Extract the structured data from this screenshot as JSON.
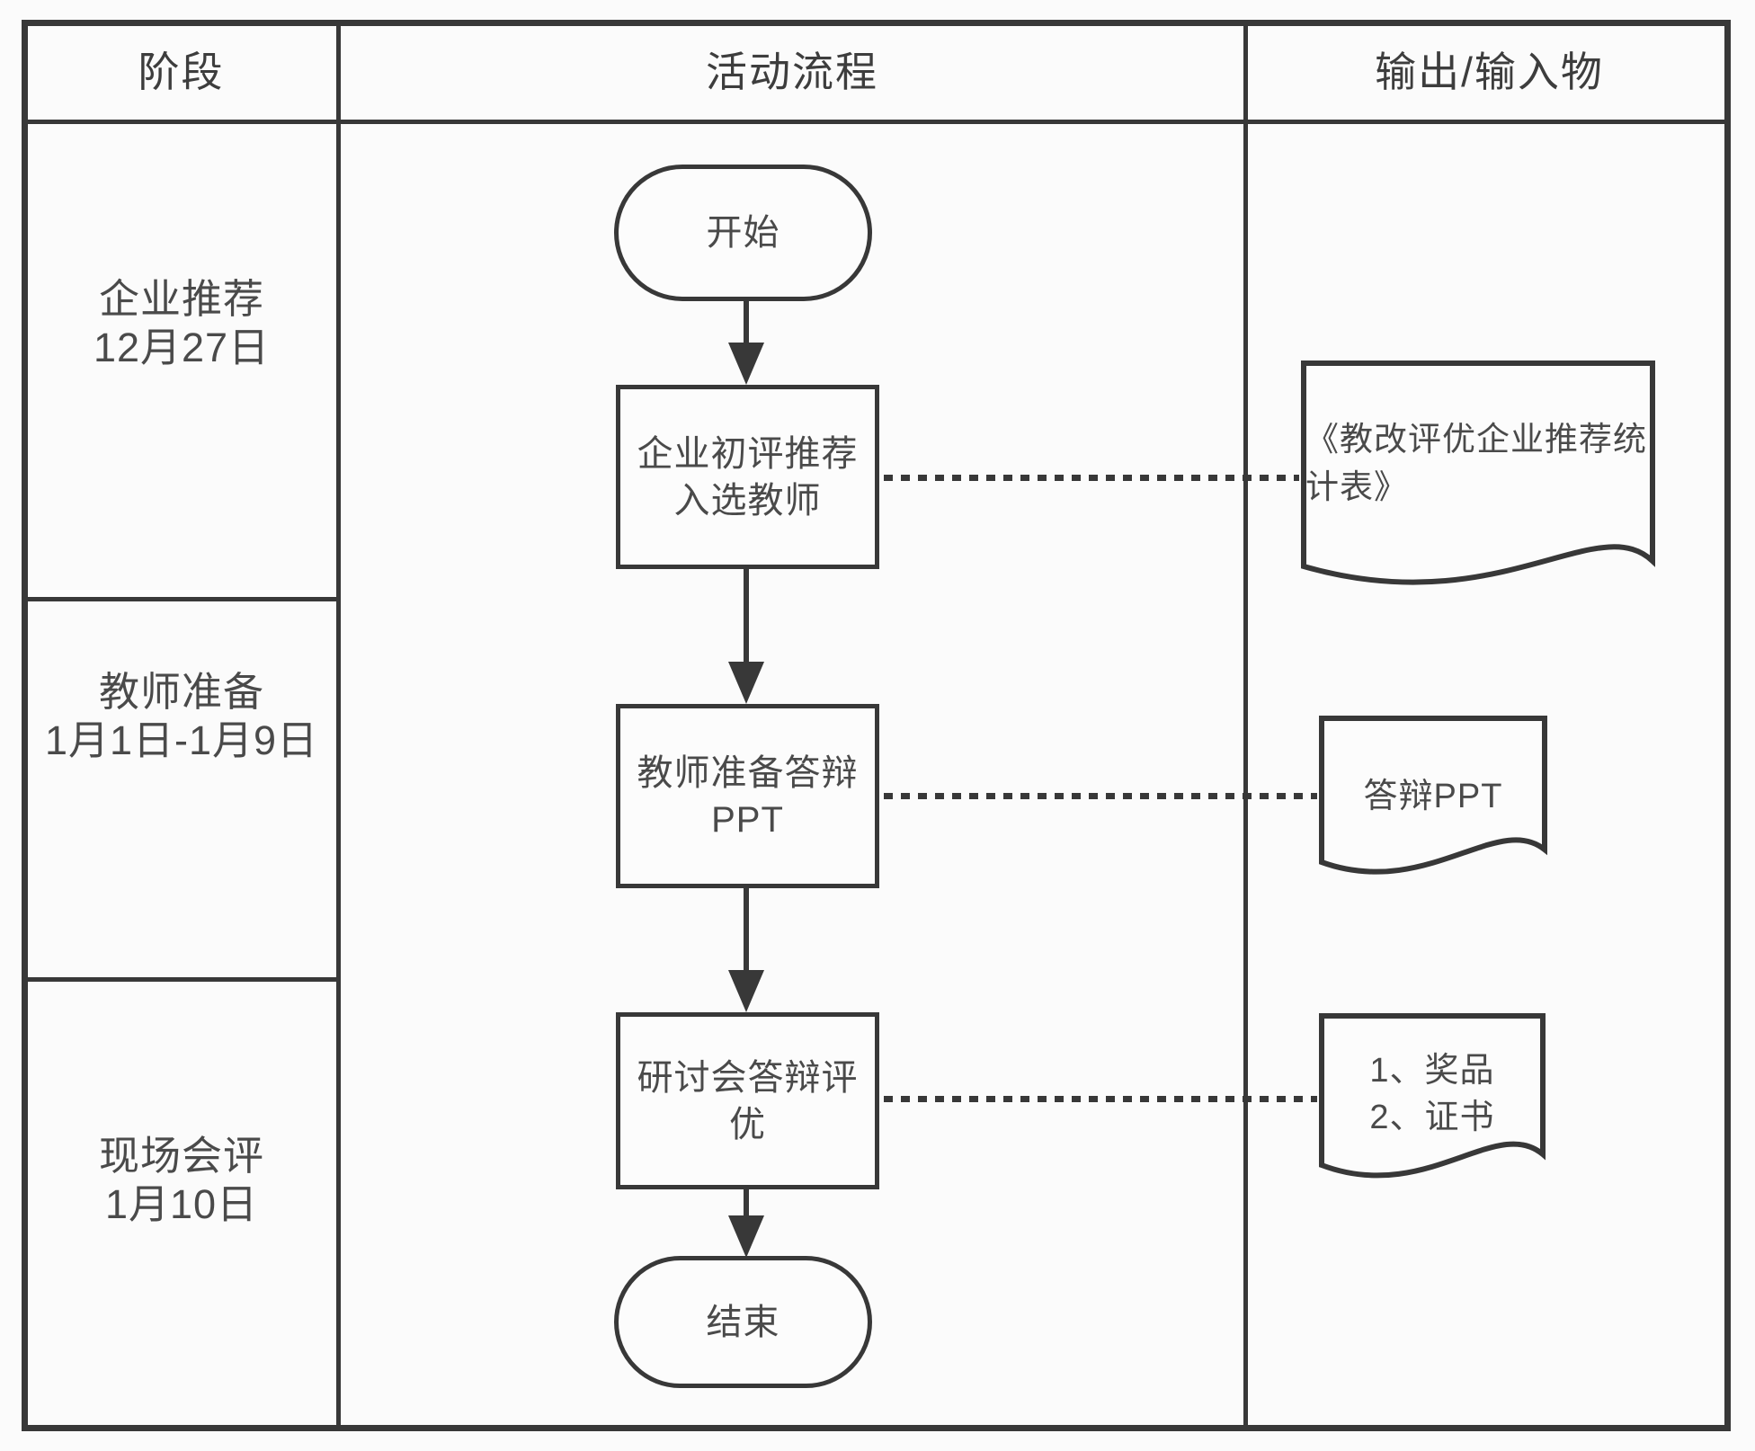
{
  "header": {
    "columns": [
      "阶段",
      "活动流程",
      "输出/输入物"
    ]
  },
  "stages": [
    {
      "name": "企业推荐",
      "date": "12月27日"
    },
    {
      "name": "教师准备",
      "date": "1月1日-1月9日"
    },
    {
      "name": "现场会评",
      "date": "1月10日"
    }
  ],
  "flow": {
    "start": "开始",
    "end": "结束",
    "steps": [
      {
        "lines": [
          "企业初评推荐",
          "入选教师"
        ]
      },
      {
        "lines": [
          "教师准备答辩",
          "PPT"
        ]
      },
      {
        "lines": [
          "研讨会答辩评",
          "优"
        ]
      }
    ]
  },
  "outputs": [
    {
      "lines": [
        "《教改评优企业推荐统",
        "计表》"
      ]
    },
    {
      "lines": [
        "答辩PPT"
      ]
    },
    {
      "lines": [
        "1、奖品",
        "2、证书"
      ]
    }
  ],
  "colors": {
    "line": "#383838",
    "text": "#4a4a4a",
    "background": "#fbfbfb"
  }
}
